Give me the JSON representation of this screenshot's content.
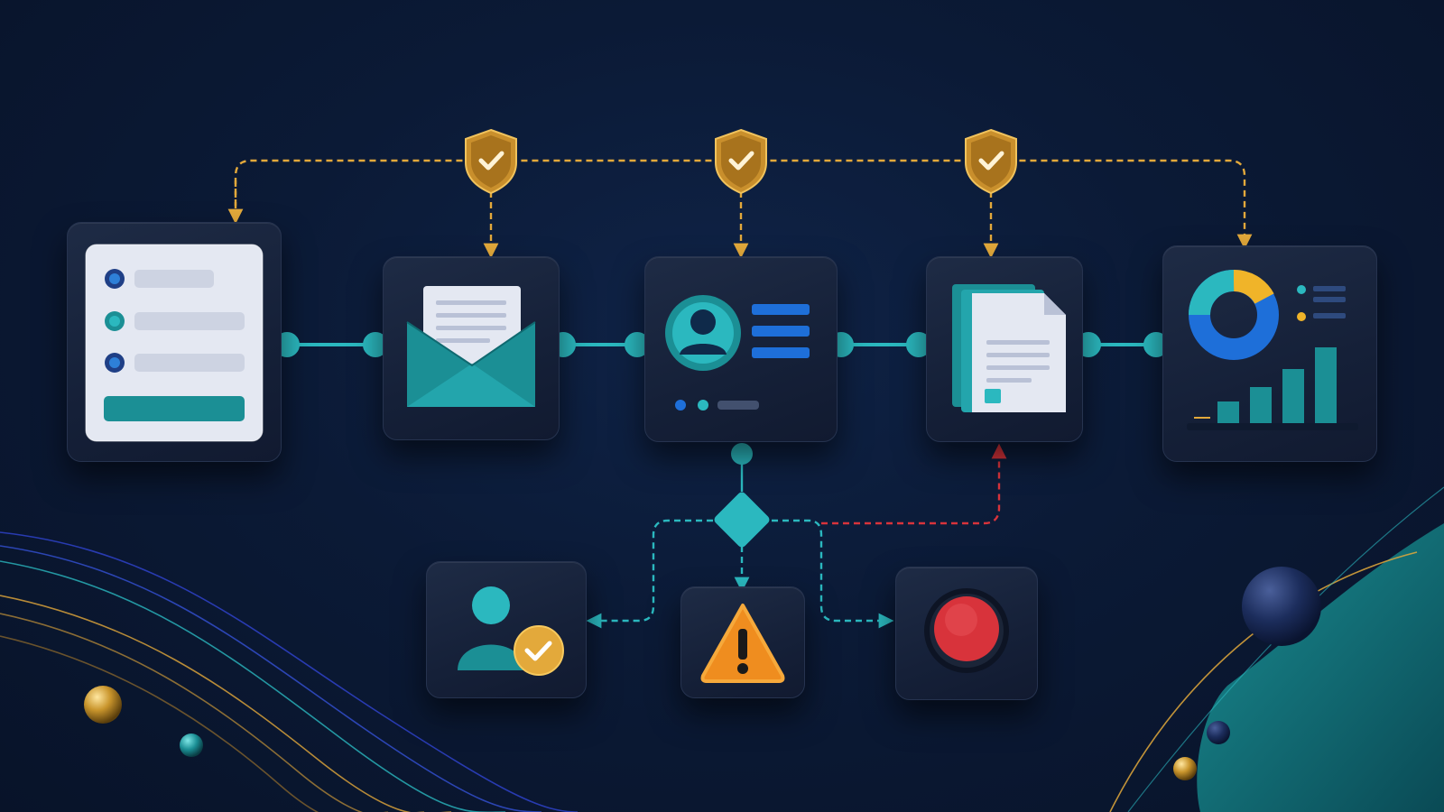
{
  "colors": {
    "background": "#0b1a36",
    "tile": "#172239",
    "connector_teal": "#2bb8bf",
    "approval_gold": "#e3a93b",
    "reject_red": "#d8333b",
    "card_light": "#e4e8f2",
    "accent_blue": "#1e6fd9"
  },
  "nodes": [
    {
      "id": "form",
      "icon": "form-icon"
    },
    {
      "id": "email",
      "icon": "envelope-icon"
    },
    {
      "id": "profile",
      "icon": "user-profile-icon"
    },
    {
      "id": "documents",
      "icon": "document-stack-icon"
    },
    {
      "id": "dashboard",
      "icon": "analytics-dashboard-icon"
    }
  ],
  "approval_checkpoints": [
    "shield-check-icon",
    "shield-check-icon",
    "shield-check-icon"
  ],
  "decision": {
    "icon": "decision-diamond-icon"
  },
  "outcomes": [
    {
      "id": "approved",
      "icon": "user-approved-icon"
    },
    {
      "id": "warning",
      "icon": "warning-triangle-icon"
    },
    {
      "id": "stop",
      "icon": "stop-button-icon"
    }
  ]
}
